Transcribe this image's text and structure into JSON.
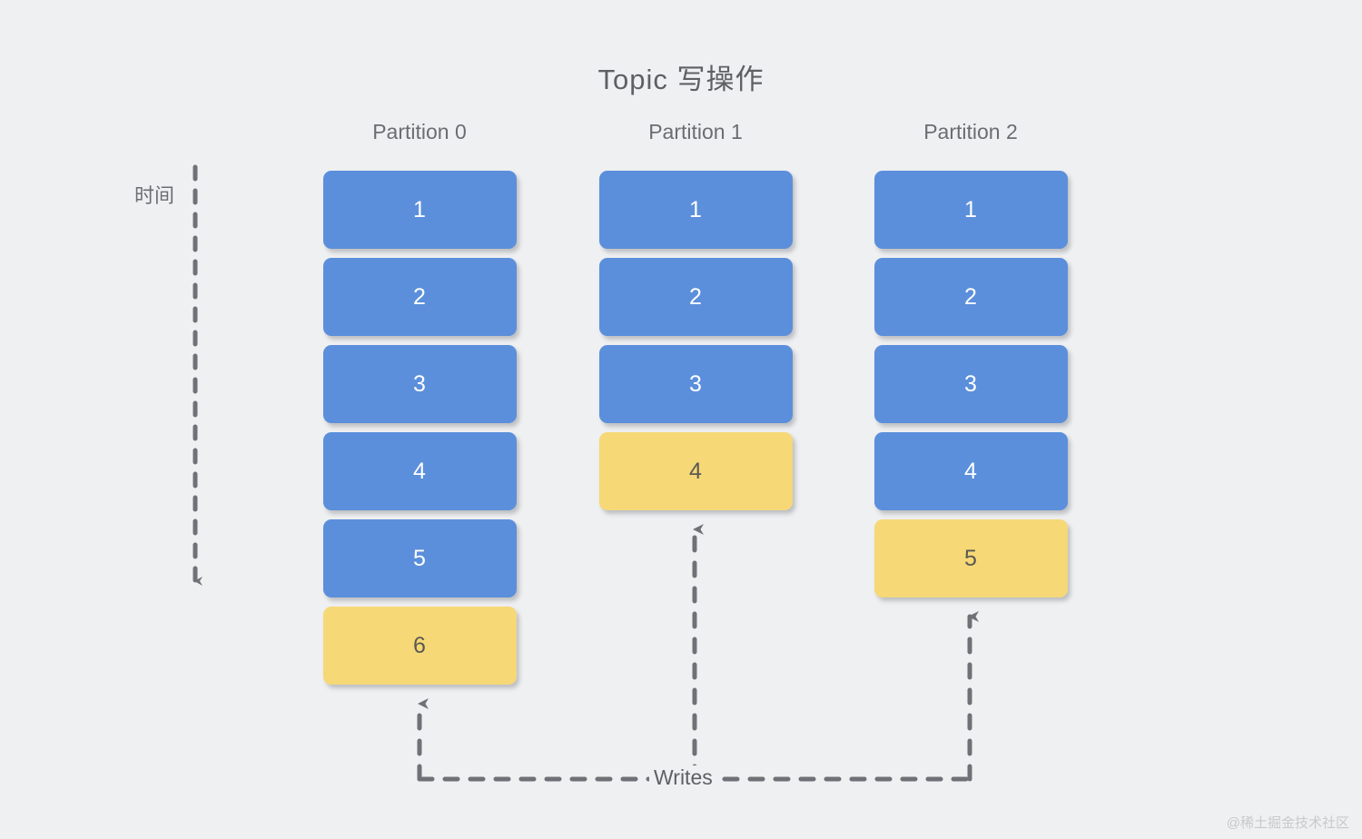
{
  "diagram": {
    "title": "Topic 写操作",
    "background_color": "#eff0f1",
    "time_axis": {
      "label": "时间",
      "direction": "downward",
      "style": "dashed-arrow",
      "color": "#6e7276"
    },
    "writes": {
      "label": "Writes",
      "style": "dashed-arrow",
      "color": "#6e7276",
      "targets": [
        "Partition 0",
        "Partition 1",
        "Partition 2"
      ]
    },
    "colors": {
      "blue_fill": "#5b8fdb",
      "blue_text": "#ffffff",
      "yellow_fill": "#f6d877",
      "yellow_text": "#5a5a52",
      "title_text": "#5d6165",
      "label_text": "#6a6e72",
      "watermark_text": "#c8c9cb"
    },
    "partitions": [
      {
        "title": "Partition 0",
        "messages": [
          {
            "label": "1",
            "state": "blue"
          },
          {
            "label": "2",
            "state": "blue"
          },
          {
            "label": "3",
            "state": "blue"
          },
          {
            "label": "4",
            "state": "blue"
          },
          {
            "label": "5",
            "state": "blue"
          },
          {
            "label": "6",
            "state": "yellow"
          }
        ]
      },
      {
        "title": "Partition 1",
        "messages": [
          {
            "label": "1",
            "state": "blue"
          },
          {
            "label": "2",
            "state": "blue"
          },
          {
            "label": "3",
            "state": "blue"
          },
          {
            "label": "4",
            "state": "yellow"
          }
        ]
      },
      {
        "title": "Partition 2",
        "messages": [
          {
            "label": "1",
            "state": "blue"
          },
          {
            "label": "2",
            "state": "blue"
          },
          {
            "label": "3",
            "state": "blue"
          },
          {
            "label": "4",
            "state": "blue"
          },
          {
            "label": "5",
            "state": "yellow"
          }
        ]
      }
    ]
  },
  "watermark": {
    "text": "@稀土掘金技术社区"
  }
}
